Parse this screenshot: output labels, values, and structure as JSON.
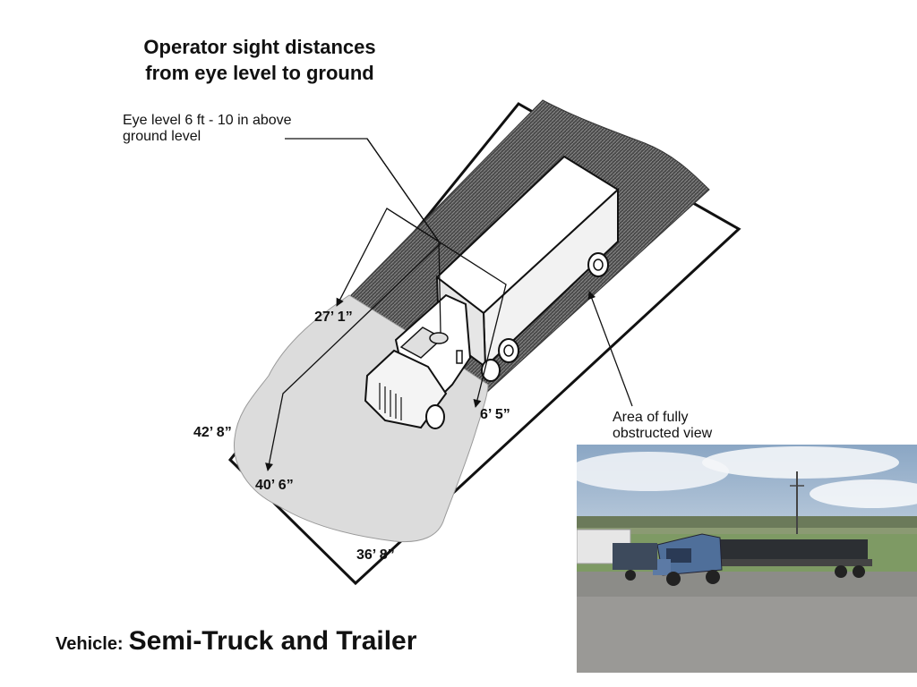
{
  "title": {
    "line1": "Operator sight distances",
    "line2": "from  eye level to ground"
  },
  "callouts": {
    "eye_level": {
      "line1": "Eye level 6 ft - 10 in above",
      "line2": "ground level"
    },
    "obstructed": {
      "line1": "Area of fully",
      "line2": "obstructed view"
    }
  },
  "dimensions": {
    "left_front": "27’ 1”",
    "right_front": "6’ 5”",
    "left_side": "42’ 8”",
    "left_rear": "40’ 6”",
    "bottom": "36’ 8”"
  },
  "vehicle": {
    "label": "Vehicle:",
    "value": "Semi-Truck and Trailer"
  },
  "colors": {
    "obstructed_fill": "#5c5c5c",
    "visible_zone_fill": "#dcdcdc",
    "line": "#111111"
  }
}
